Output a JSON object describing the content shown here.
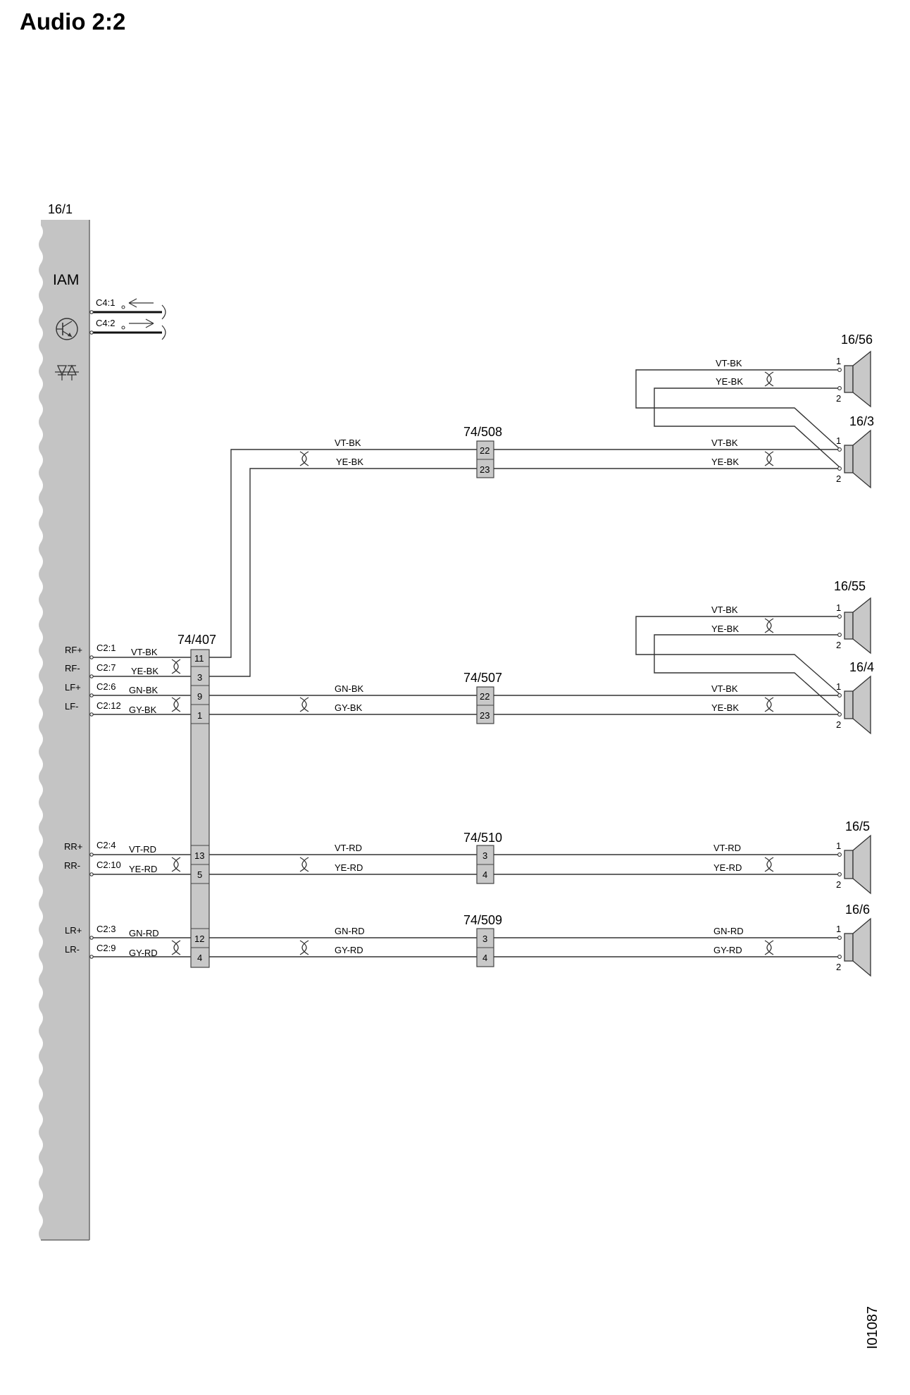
{
  "title": "Audio 2:2",
  "doc_ref": "I01087",
  "module": {
    "ref": "16/1",
    "name": "IAM",
    "icons": [
      "transistor-icon",
      "diode-pair-icon"
    ],
    "aux_pins": [
      "C4:1",
      "C4:2"
    ],
    "pins": [
      {
        "signal": "RF+",
        "pin": "C2:1",
        "wire": "VT-BK"
      },
      {
        "signal": "RF-",
        "pin": "C2:7",
        "wire": "YE-BK"
      },
      {
        "signal": "LF+",
        "pin": "C2:6",
        "wire": "GN-BK"
      },
      {
        "signal": "LF-",
        "pin": "C2:12",
        "wire": "GY-BK"
      },
      {
        "signal": "RR+",
        "pin": "C2:4",
        "wire": "VT-RD"
      },
      {
        "signal": "RR-",
        "pin": "C2:10",
        "wire": "YE-RD"
      },
      {
        "signal": "LR+",
        "pin": "C2:3",
        "wire": "GN-RD"
      },
      {
        "signal": "LR-",
        "pin": "C2:9",
        "wire": "GY-RD"
      }
    ]
  },
  "main_connector": {
    "ref": "74/407",
    "pins": [
      "11",
      "3",
      "9",
      "1",
      "13",
      "5",
      "12",
      "4"
    ]
  },
  "inline_connectors": [
    {
      "ref": "74/508",
      "pins": [
        "22",
        "23"
      ]
    },
    {
      "ref": "74/507",
      "pins": [
        "22",
        "23"
      ]
    },
    {
      "ref": "74/510",
      "pins": [
        "3",
        "4"
      ]
    },
    {
      "ref": "74/509",
      "pins": [
        "3",
        "4"
      ]
    }
  ],
  "circuits": [
    {
      "left_wires": [
        "VT-BK",
        "YE-BK"
      ],
      "right_wires": [
        "VT-BK",
        "YE-BK"
      ]
    },
    {
      "left_wires": [
        "GN-BK",
        "GY-BK"
      ],
      "right_wires": [
        "VT-BK",
        "YE-BK"
      ]
    },
    {
      "left_wires": [
        "VT-RD",
        "YE-RD"
      ],
      "right_wires": [
        "VT-RD",
        "YE-RD"
      ]
    },
    {
      "left_wires": [
        "GN-RD",
        "GY-RD"
      ],
      "right_wires": [
        "GN-RD",
        "GY-RD"
      ]
    }
  ],
  "speakers": [
    {
      "ref": "16/56",
      "wires": [
        "VT-BK",
        "YE-BK"
      ],
      "pins": [
        "1",
        "2"
      ]
    },
    {
      "ref": "16/3",
      "pins": [
        "1",
        "2"
      ]
    },
    {
      "ref": "16/55",
      "wires": [
        "VT-BK",
        "YE-BK"
      ],
      "pins": [
        "1",
        "2"
      ]
    },
    {
      "ref": "16/4",
      "pins": [
        "1",
        "2"
      ]
    },
    {
      "ref": "16/5",
      "pins": [
        "1",
        "2"
      ]
    },
    {
      "ref": "16/6",
      "pins": [
        "1",
        "2"
      ]
    }
  ]
}
